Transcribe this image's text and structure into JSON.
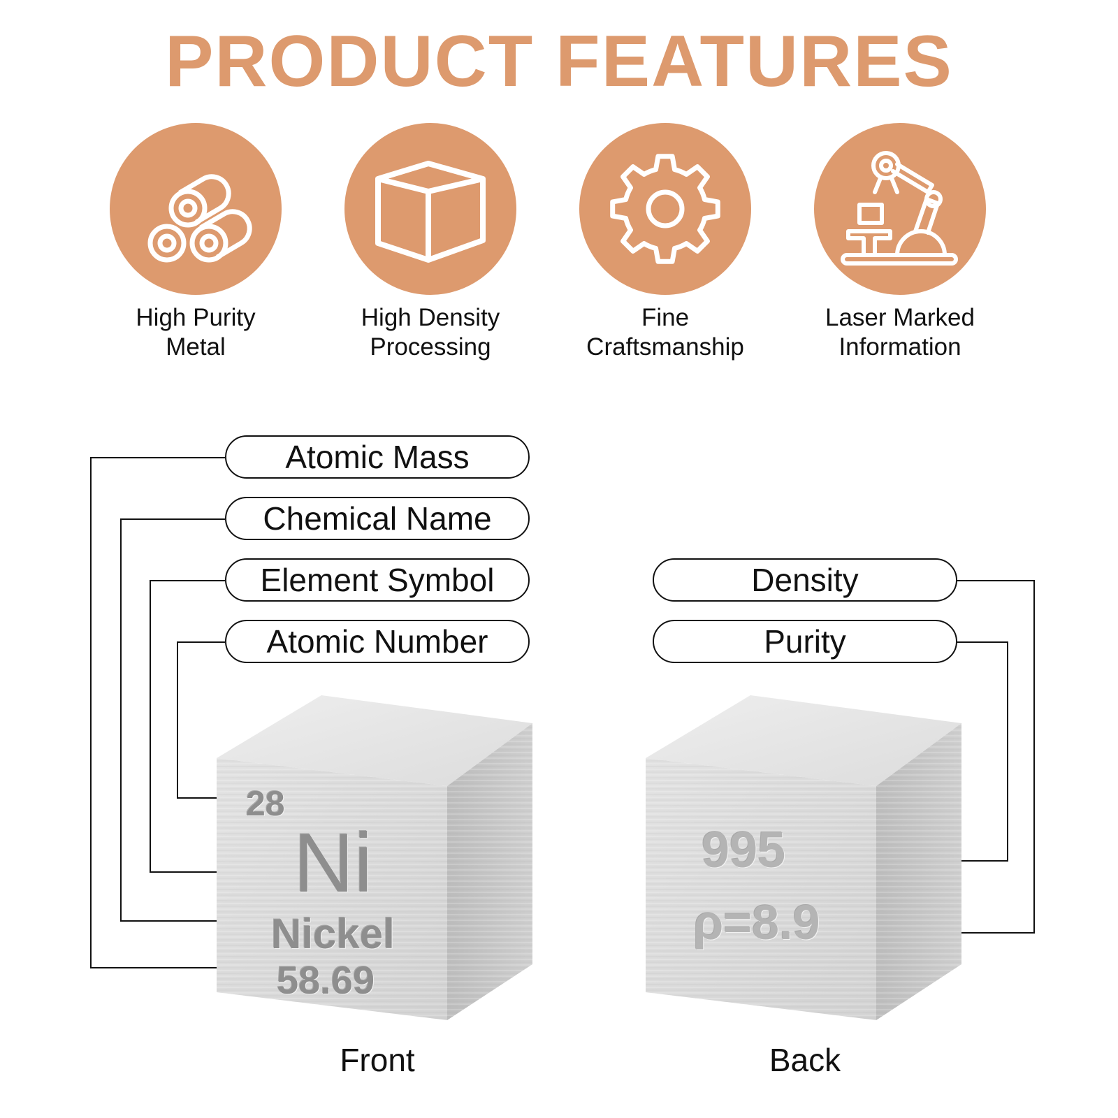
{
  "title": "PRODUCT FEATURES",
  "features": [
    {
      "icon": "metal-rolls-icon",
      "line1": "High Purity",
      "line2": "Metal"
    },
    {
      "icon": "cube-icon",
      "line1": "High Density",
      "line2": "Processing"
    },
    {
      "icon": "gear-icon",
      "line1": "Fine",
      "line2": "Craftsmanship"
    },
    {
      "icon": "robot-arm-icon",
      "line1": "Laser Marked",
      "line2": "Information"
    }
  ],
  "front_labels": {
    "atomic_mass": "Atomic Mass",
    "chemical_name": "Chemical Name",
    "element_symbol": "Element Symbol",
    "atomic_number": "Atomic Number"
  },
  "back_labels": {
    "density": "Density",
    "purity": "Purity"
  },
  "front_cube": {
    "atomic_number": "28",
    "symbol": "Ni",
    "name": "Nickel",
    "mass": "58.69"
  },
  "back_cube": {
    "purity": "995",
    "density": "ρ=8.9"
  },
  "captions": {
    "front": "Front",
    "back": "Back"
  },
  "colors": {
    "accent": "#DD9A6E",
    "outline": "#111111"
  }
}
